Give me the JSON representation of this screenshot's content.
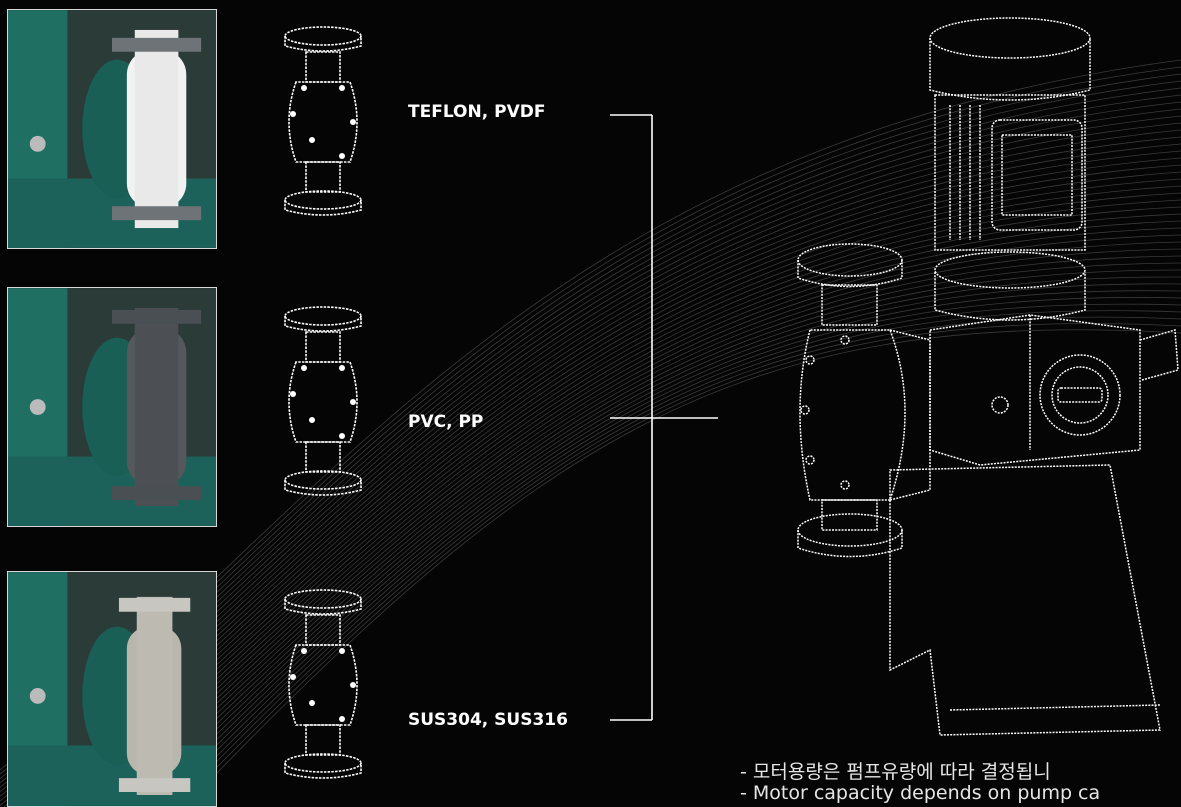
{
  "variants": [
    {
      "label": "TEFLON, PVDF",
      "head_color": "#f2f2f2",
      "flange_color": "#6d7377"
    },
    {
      "label": "PVC, PP",
      "head_color": "#55595d",
      "flange_color": "#4a4f53"
    },
    {
      "label": "SUS304, SUS316",
      "head_color": "#b9b6ae",
      "flange_color": "#c8c6c0"
    }
  ],
  "colors": {
    "body_green": "#1f6f63",
    "background": "#050505",
    "line": "#ffffff"
  },
  "notes": {
    "korean": "- 모터용량은 펌프유량에 따라 결정됩니",
    "english": "- Motor capacity depends on pump ca"
  }
}
